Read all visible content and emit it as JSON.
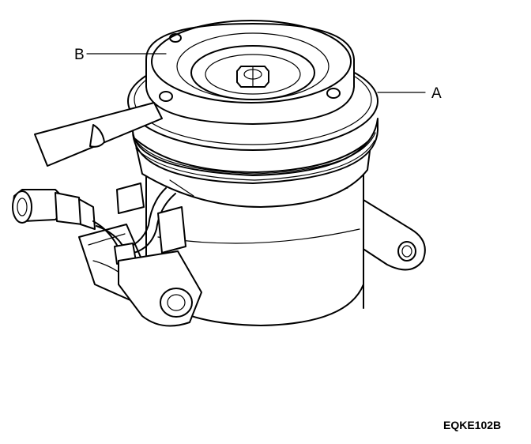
{
  "callouts": {
    "a": "A",
    "b": "B"
  },
  "figure_code": "EQKE102B",
  "colors": {
    "line": "#000000",
    "background": "#ffffff"
  }
}
